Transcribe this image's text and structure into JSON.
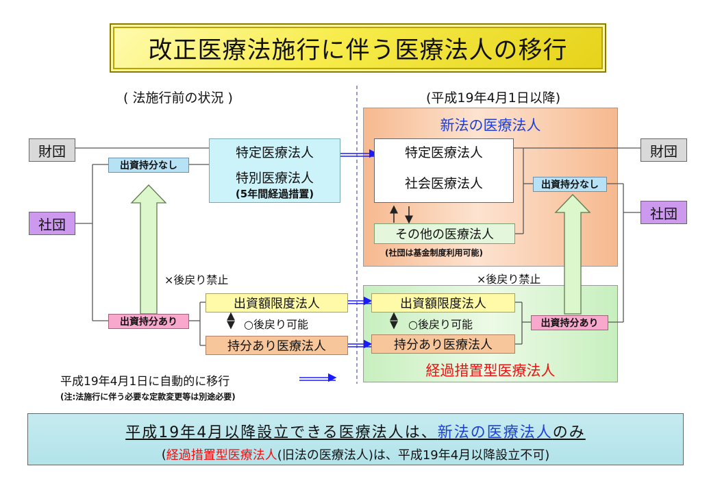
{
  "title": "改正医療法施行に伴う医療法人の移行",
  "left_header": "( 法施行前の状況 )",
  "right_header": "(平成19年4月1日以降)",
  "left_side": {
    "zaidan": "財団",
    "shadan": "社団"
  },
  "right_side": {
    "zaidan": "財団",
    "shadan": "社団"
  },
  "shutsushi_nashi": "出資持分なし",
  "shutsushi_ari": "出資持分あり",
  "old": {
    "tokutei": "特定医療法人",
    "tokubetsu": "特別医療法人",
    "transition_note": "(5年間経過措置)",
    "gendo": "出資額限度法人",
    "mochibun": "持分あり医療法人",
    "modori_kanou": "○後戻り可能"
  },
  "new_panel": {
    "title": "新法の医療法人",
    "tokutei": "特定医療法人",
    "shakai": "社会医療法人",
    "sonota": "その他の医療法人",
    "kikin_note": "(社団は基金制度利用可能)"
  },
  "keika_panel": {
    "title": "経過措置型医療法人",
    "gendo": "出資額限度法人",
    "mochibun": "持分あり医療法人",
    "modori_kanou": "○後戻り可能"
  },
  "modori_kinshi_left": "×後戻り禁止",
  "modori_kinshi_right": "×後戻り禁止",
  "legend": {
    "auto_text": "平成19年4月1日に自動的に移行",
    "note": "(注:法施行に伴う必要な定款変更等は別途必要)"
  },
  "bottom": {
    "line1_pre": "平成19年4月以降設立できる医療法人は、",
    "line1_hl": "新法の医療法人",
    "line1_post": "のみ",
    "line2_open": "(",
    "line2_hl": "経過措置型医療法人",
    "line2_post": "(旧法の医療法人)は、平成19年4月以降設立不可)"
  },
  "colors": {
    "arrow_blue": "#1a1aff",
    "highlight_red": "#ee1111",
    "highlight_blue": "#1d3fd8",
    "up_arrow_fill": "#ddf7cc"
  }
}
